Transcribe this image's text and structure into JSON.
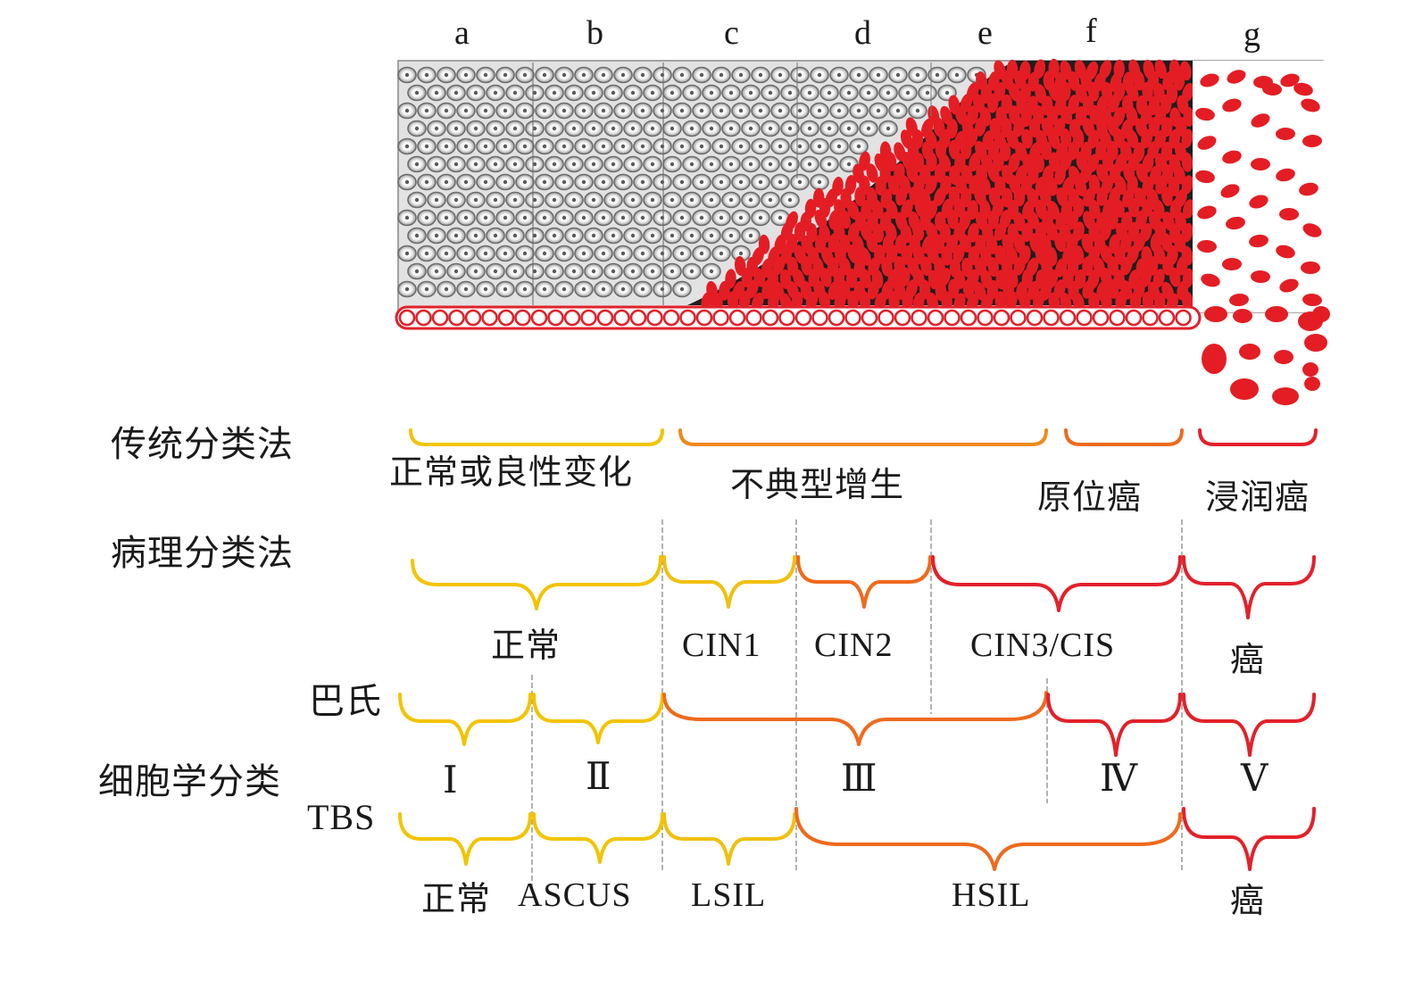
{
  "colors": {
    "yellow": "#f2c400",
    "orange": "#ee6a1e",
    "red": "#e2212b",
    "cell_red": "#e41d24"
  },
  "stages": [
    "a",
    "b",
    "c",
    "d",
    "e",
    "f",
    "g"
  ],
  "rows": {
    "traditional": "传统分类法",
    "pathology": "病理分类法",
    "pap": "巴氏",
    "cytology": "细胞学分类",
    "tbs": "TBS"
  },
  "traditional": {
    "benign": "正常或良性变化",
    "atypical": "不典型增生",
    "in_situ": "原位癌",
    "invasive": "浸润癌"
  },
  "pathology": {
    "normal": "正常",
    "cin1": "CIN1",
    "cin2": "CIN2",
    "cin3": "CIN3/CIS",
    "cancer": "癌"
  },
  "pap": {
    "i": "Ⅰ",
    "ii": "Ⅱ",
    "iii": "Ⅲ",
    "iv": "Ⅳ",
    "v": "Ⅴ"
  },
  "tbs": {
    "normal": "正常",
    "ascus": "ASCUS",
    "lsil": "LSIL",
    "hsil": "HSIL",
    "cancer": "癌"
  }
}
